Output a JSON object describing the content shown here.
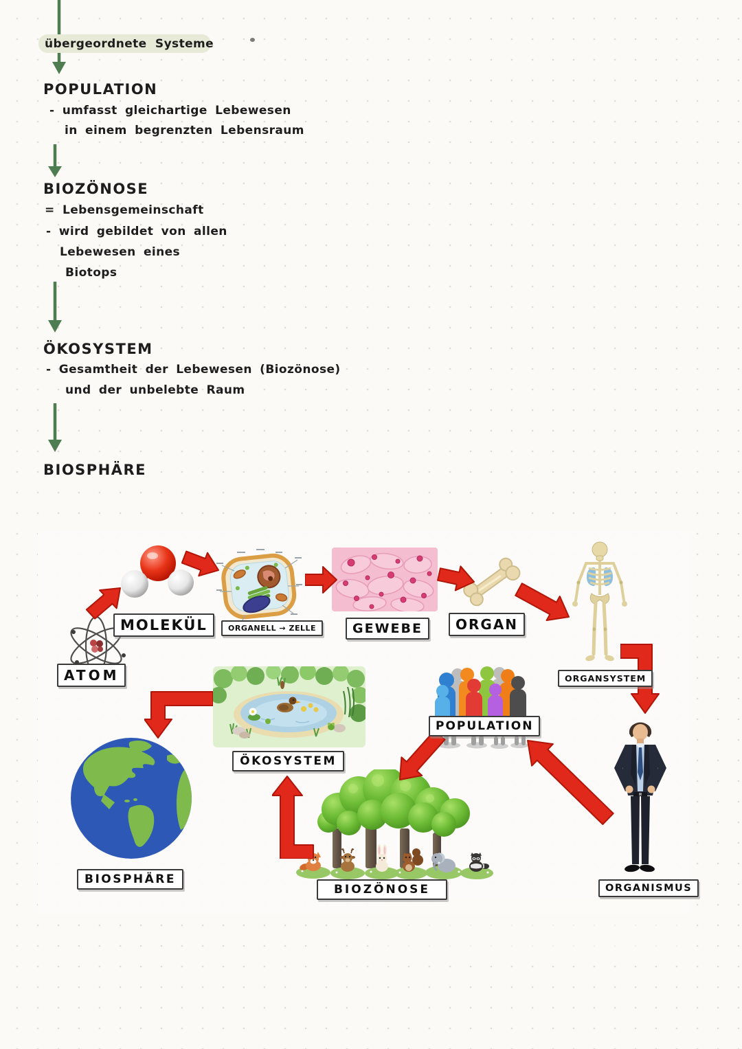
{
  "note": {
    "highlight_heading": "übergeordnete Systeme",
    "sections": {
      "population": {
        "title": "POPULATION",
        "line1": "- umfasst gleichartige Lebewesen",
        "line2": "in einem begrenzten Lebensraum"
      },
      "biozoenose": {
        "title": "BIOZÖNOSE",
        "line1": "= Lebensgemeinschaft",
        "line2": "- wird gebildet von allen",
        "line3": "Lebewesen eines",
        "line4": "Biotops"
      },
      "oekosystem": {
        "title": "ÖKOSYSTEM",
        "line1": "- Gesamtheit der Lebewesen (Biozönose)",
        "line2": "und der unbelebte Raum"
      },
      "biosphaere": {
        "title": "BIOSPHÄRE"
      }
    }
  },
  "diagram": {
    "labels": {
      "atom": "ATOM",
      "molekuel": "MOLEKÜL",
      "organell_zelle": "ORGANELL → ZELLE",
      "gewebe": "GEWEBE",
      "organ": "ORGAN",
      "organsystem": "ORGANSYSTEM",
      "organismus": "ORGANISMUS",
      "population": "POPULATION",
      "biozoenose": "BIOZÖNOSE",
      "oekosystem": "ÖKOSYSTEM",
      "biosphaere": "BIOSPHÄRE"
    },
    "icons": {
      "atom": "atom-icon",
      "molekuel": "water-molecule-icon",
      "zelle": "plant-cell-icon",
      "gewebe": "tissue-icon",
      "organ": "bone-icon",
      "organsystem": "skeleton-icon",
      "organismus": "man-in-suit-icon",
      "population": "people-group-icon",
      "biozoenose": "forest-animals-icon",
      "oekosystem": "pond-icon",
      "biosphaere": "earth-icon"
    }
  },
  "colors": {
    "page_background": "#fbfaf7",
    "grid_dot": "#dcdcda",
    "ink": "#1d1d1d",
    "green_arrow": "#4d7d50",
    "red_arrow": "#e0291b",
    "highlight": "#e7ead6",
    "label_border": "#3a3a3a"
  }
}
